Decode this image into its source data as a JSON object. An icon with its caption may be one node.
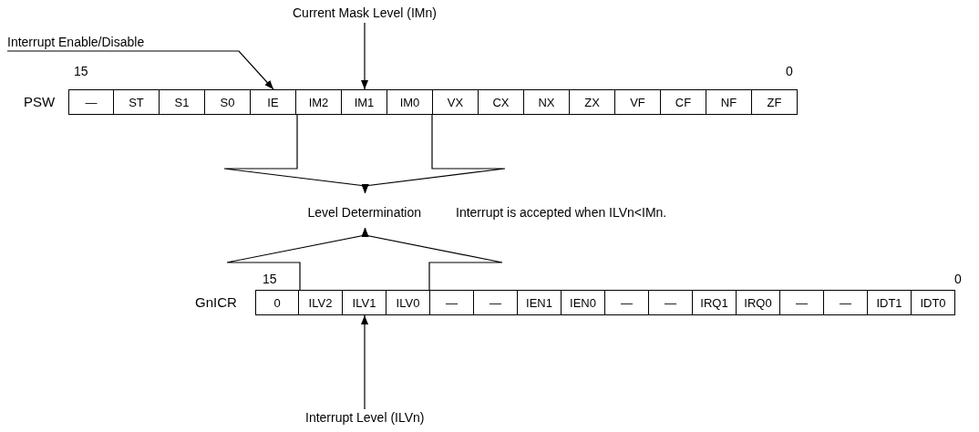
{
  "diagram": {
    "nodes": [
      {
        "text": [
          "Current Mask Level (IMn)"
        ]
      },
      {
        "text": [
          "Interrupt Enable/Disable"
        ]
      },
      {
        "text": [
          "—"
        ]
      },
      {
        "text": [
          "ST"
        ]
      },
      {
        "text": [
          "S1"
        ]
      },
      {
        "text": [
          "S0"
        ]
      },
      {
        "text": [
          "IE"
        ]
      },
      {
        "text": [
          "IM2"
        ]
      },
      {
        "text": [
          "IM1"
        ]
      },
      {
        "text": [
          "IM0"
        ]
      },
      {
        "text": [
          "VX"
        ]
      },
      {
        "text": [
          "CX"
        ]
      },
      {
        "text": [
          "NX"
        ]
      },
      {
        "text": [
          "ZX"
        ]
      },
      {
        "text": [
          "VF"
        ]
      },
      {
        "text": [
          "CF"
        ]
      },
      {
        "text": [
          "NF"
        ]
      },
      {
        "text": [
          "ZF"
        ]
      },
      {
        "text": [
          "Level Determination"
        ]
      },
      {
        "text": [
          "0"
        ]
      },
      {
        "text": [
          "ILV2"
        ]
      },
      {
        "text": [
          "ILV1"
        ]
      },
      {
        "text": [
          "ILV0"
        ]
      },
      {
        "text": [
          "—"
        ]
      },
      {
        "text": [
          "—"
        ]
      },
      {
        "text": [
          "IEN1"
        ]
      },
      {
        "text": [
          "IEN0"
        ]
      },
      {
        "text": [
          "—"
        ]
      },
      {
        "text": [
          "—"
        ]
      },
      {
        "text": [
          "IRQ1"
        ]
      },
      {
        "text": [
          "IRQ0"
        ]
      },
      {
        "text": [
          "—"
        ]
      },
      {
        "text": [
          "—"
        ]
      },
      {
        "text": [
          "IDT1"
        ]
      },
      {
        "text": [
          "IDT0"
        ]
      },
      {
        "text": [
          "Interrupt Level (ILVn)"
        ]
      }
    ],
    "edges": [
      {
        "from": 1,
        "to": 6,
        "arrow": "to"
      },
      {
        "from": 0,
        "to": 8,
        "arrow": "to"
      },
      {
        "from": 7,
        "to": 18,
        "arrow": "to"
      },
      {
        "from": 9,
        "to": 18,
        "arrow": "to"
      },
      {
        "from": 20,
        "to": 18,
        "arrow": "to"
      },
      {
        "from": 22,
        "to": 18,
        "arrow": "to"
      },
      {
        "from": 35,
        "to": 21,
        "arrow": "to"
      }
    ],
    "labels": [
      "15",
      "0",
      "PSW",
      "Interrupt is accepted when ILVn<IMn.",
      "15",
      "0",
      "GnICR"
    ]
  }
}
